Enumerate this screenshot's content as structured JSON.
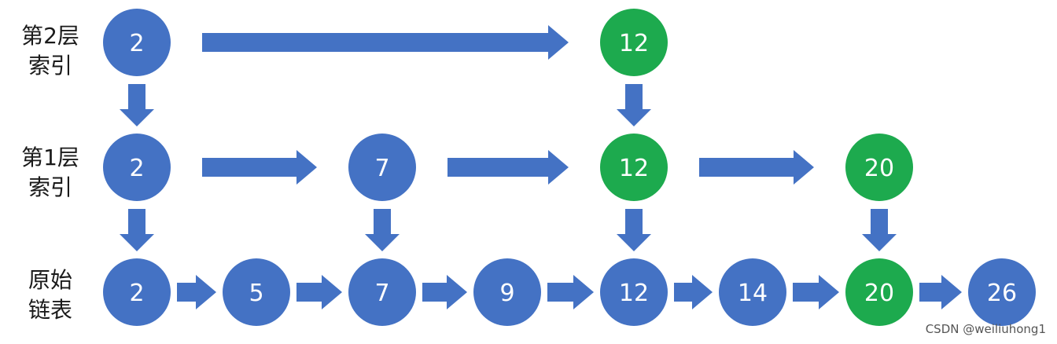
{
  "colors": {
    "blue": "#4472C4",
    "green": "#1DAA4E",
    "arrow": "#4472C4",
    "label_text": "#1a1a1a",
    "node_text": "#ffffff"
  },
  "rows": [
    {
      "key": "level2",
      "label_line1": "第2层",
      "label_line2": "索引",
      "nodes": [
        {
          "value": "2",
          "color": "blue",
          "column": 0
        },
        {
          "value": "12",
          "color": "green",
          "column": 4
        }
      ]
    },
    {
      "key": "level1",
      "label_line1": "第1层",
      "label_line2": "索引",
      "nodes": [
        {
          "value": "2",
          "color": "blue",
          "column": 0
        },
        {
          "value": "7",
          "color": "blue",
          "column": 2
        },
        {
          "value": "12",
          "color": "green",
          "column": 4
        },
        {
          "value": "20",
          "color": "green",
          "column": 6
        }
      ]
    },
    {
      "key": "base",
      "label_line1": "原始",
      "label_line2": "链表",
      "nodes": [
        {
          "value": "2",
          "color": "blue",
          "column": 0
        },
        {
          "value": "5",
          "color": "blue",
          "column": 1
        },
        {
          "value": "7",
          "color": "blue",
          "column": 2
        },
        {
          "value": "9",
          "color": "blue",
          "column": 3
        },
        {
          "value": "12",
          "color": "blue",
          "column": 4
        },
        {
          "value": "14",
          "color": "blue",
          "column": 5
        },
        {
          "value": "20",
          "color": "green",
          "column": 6
        },
        {
          "value": "26",
          "color": "blue",
          "column": 7
        }
      ]
    }
  ],
  "down_links": [
    {
      "from_row": 0,
      "to_row": 1,
      "column": 0
    },
    {
      "from_row": 0,
      "to_row": 1,
      "column": 4
    },
    {
      "from_row": 1,
      "to_row": 2,
      "column": 0
    },
    {
      "from_row": 1,
      "to_row": 2,
      "column": 2
    },
    {
      "from_row": 1,
      "to_row": 2,
      "column": 4
    },
    {
      "from_row": 1,
      "to_row": 2,
      "column": 6
    }
  ],
  "watermark": "CSDN @weiliuhong1"
}
